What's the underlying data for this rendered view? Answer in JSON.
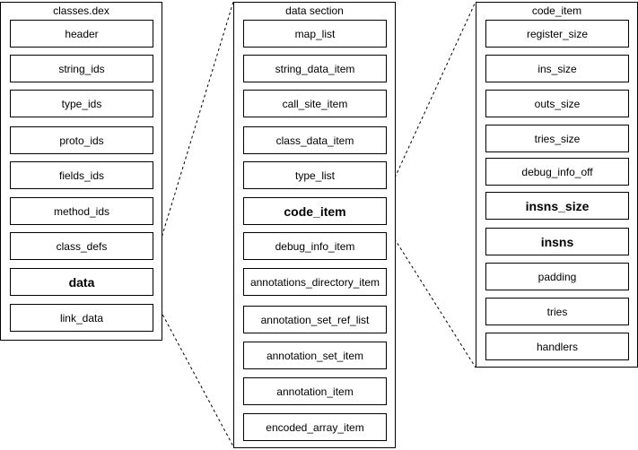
{
  "panels": {
    "classes_dex": {
      "title": "classes.dex",
      "items": [
        "header",
        "string_ids",
        "type_ids",
        "proto_ids",
        "fields_ids",
        "method_ids",
        "class_defs",
        "data",
        "link_data"
      ]
    },
    "data_section": {
      "title": "data section",
      "items": [
        "map_list",
        "string_data_item",
        "call_site_item",
        "class_data_item",
        "type_list",
        "code_item",
        "debug_info_item",
        "annotations_directory_item",
        "annotation_set_ref_list",
        "annotation_set_item",
        "annotation_item",
        "encoded_array_item"
      ]
    },
    "code_item": {
      "title": "code_item",
      "items": [
        "register_size",
        "ins_size",
        "outs_size",
        "tries_size",
        "debug_info_off",
        "insns_size",
        "insns",
        "padding",
        "tries",
        "handlers"
      ]
    }
  },
  "highlighted": [
    "data",
    "code_item",
    "insns_size",
    "insns"
  ],
  "colors": {
    "stroke": "#000000",
    "background": "#ffffff"
  }
}
